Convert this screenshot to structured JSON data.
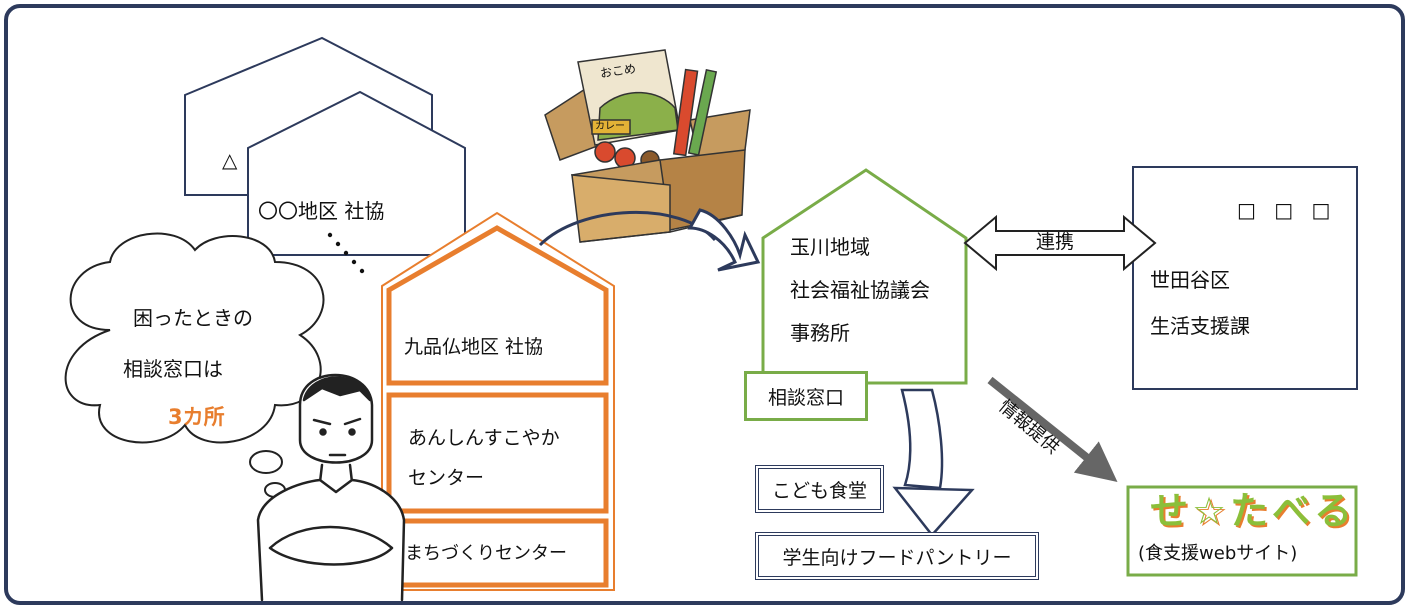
{
  "colors": {
    "frame": "#2d3a5c",
    "orange": "#e87e2e",
    "green": "#79ac48",
    "arrow_gray": "#666666"
  },
  "houses": {
    "back_label": "△",
    "middle_label": "〇〇地区 社協",
    "orange_label": "九品仏地区 社協"
  },
  "orange_boxes": {
    "anshin_line1": "あんしんすこやか",
    "anshin_line2": "センター",
    "machizukuri": "まちづくりセンター"
  },
  "cloud": {
    "line1": "困ったときの",
    "line2": "相談窓口は",
    "line3": "3カ所"
  },
  "food_box": {
    "okome": "おこめ",
    "curry": "カレー"
  },
  "tamagawa": {
    "line1": "玉川地域",
    "line2": "社会福祉協議会",
    "line3": "事務所",
    "soudan": "相談窓口"
  },
  "renkei": "連携",
  "setagaya": {
    "squares": "□ □ □",
    "line1": "世田谷区",
    "line2": "生活支援課"
  },
  "joho": "情報提供",
  "kodomo": "こども食堂",
  "gakusei": "学生向けフードパントリー",
  "setaberu": {
    "logo": "せ☆たべる",
    "caption": "(食支援webサイト)"
  }
}
